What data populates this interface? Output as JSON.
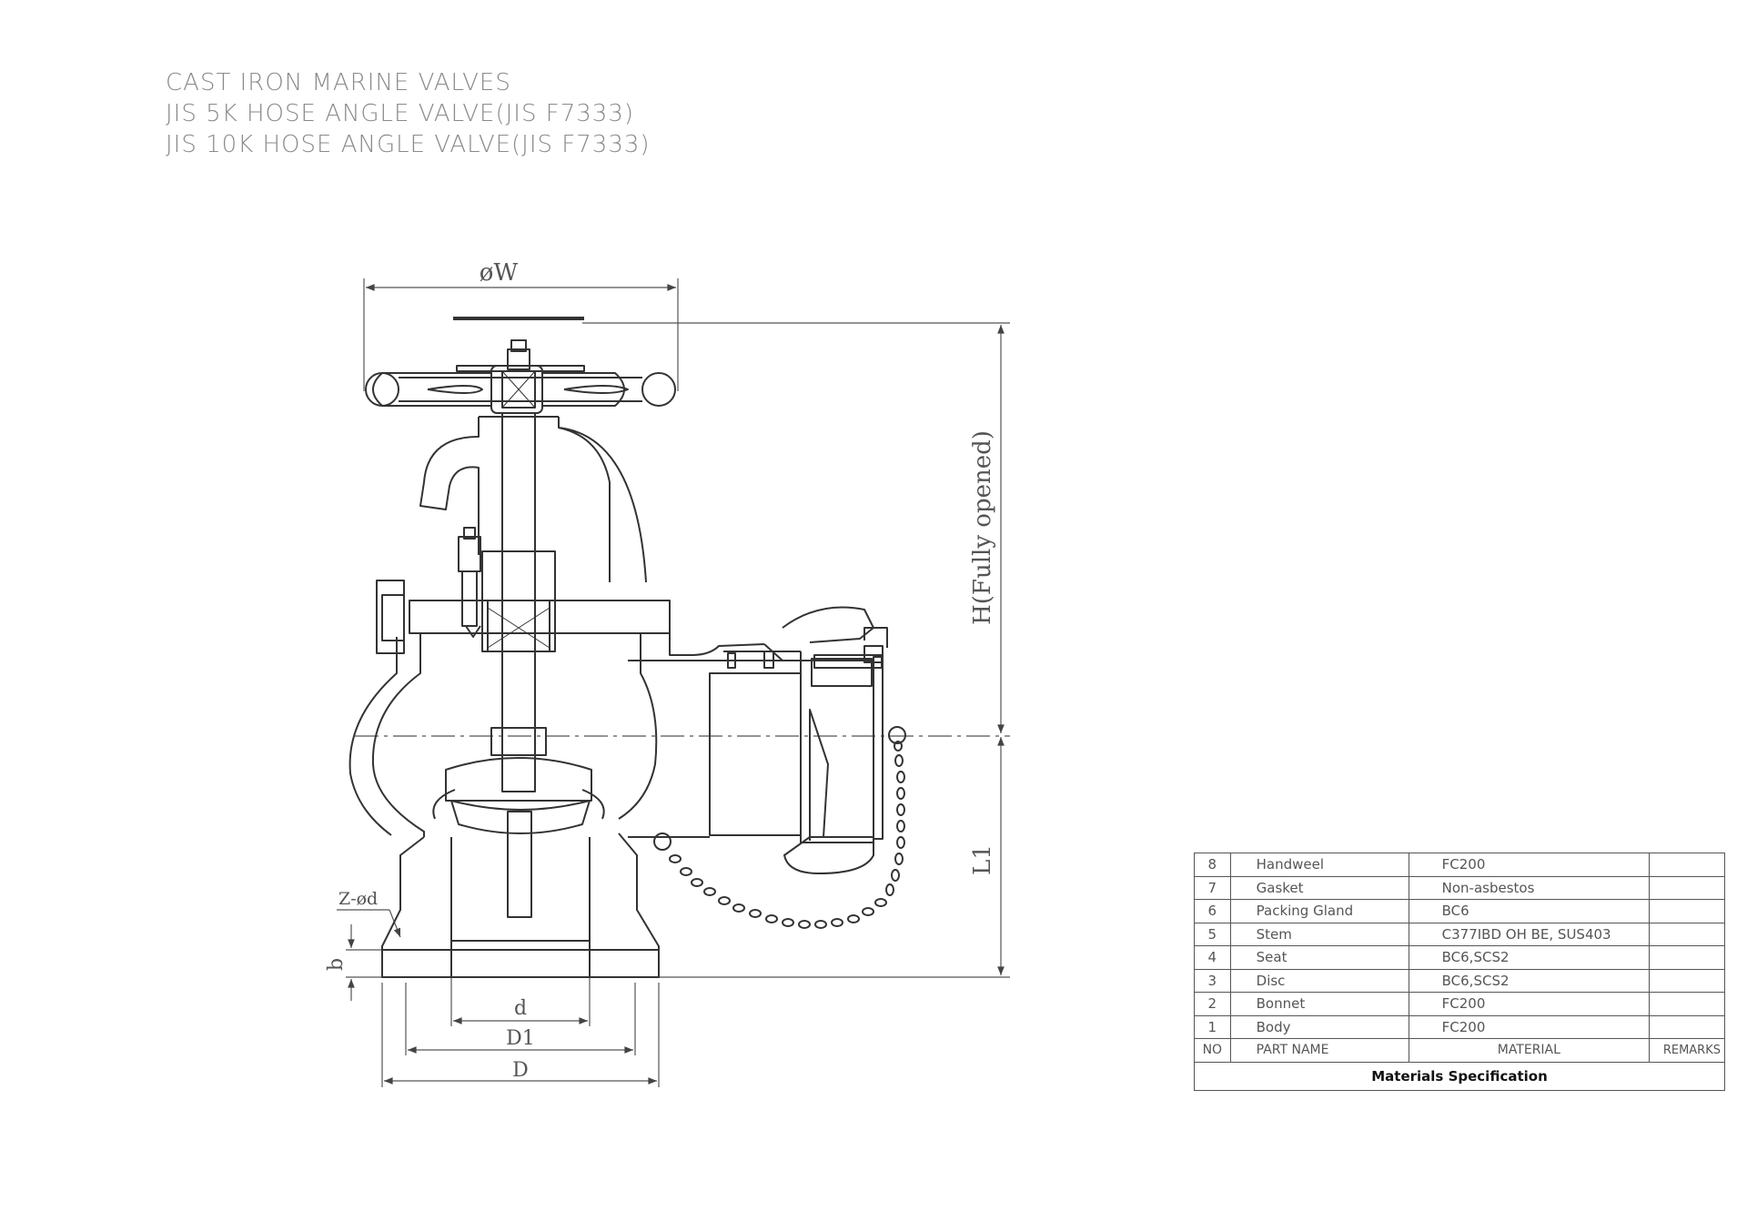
{
  "title": {
    "line1": "CAST IRON MARINE VALVES",
    "line2": "JIS 5K HOSE ANGLE VALVE(JIS F7333)",
    "line3": "JIS 10K HOSE ANGLE VALVE(JIS F7333)"
  },
  "dimensions": {
    "w": "øW",
    "h": "H(Fully opened)",
    "l1": "L1",
    "z": "Z-ød",
    "b": "b",
    "d_small": "d",
    "d1": "D1",
    "d_big": "D"
  },
  "spec": {
    "caption": "Materials Specification",
    "header": {
      "no": "NO",
      "part": "PART  NAME",
      "material": "MATERIAL",
      "remarks": "REMARKS"
    },
    "rows": [
      {
        "no": "8",
        "part": "Handweel",
        "material": "FC200",
        "remarks": ""
      },
      {
        "no": "7",
        "part": "Gasket",
        "material": "Non-asbestos",
        "remarks": ""
      },
      {
        "no": "6",
        "part": "Packing Gland",
        "material": "BC6",
        "remarks": ""
      },
      {
        "no": "5",
        "part": "Stem",
        "material": "C377IBD OH BE, SUS403",
        "remarks": ""
      },
      {
        "no": "4",
        "part": "Seat",
        "material": "BC6,SCS2",
        "remarks": ""
      },
      {
        "no": "3",
        "part": "Disc",
        "material": "BC6,SCS2",
        "remarks": ""
      },
      {
        "no": "2",
        "part": "Bonnet",
        "material": "FC200",
        "remarks": ""
      },
      {
        "no": "1",
        "part": "Body",
        "material": "FC200",
        "remarks": ""
      }
    ]
  }
}
